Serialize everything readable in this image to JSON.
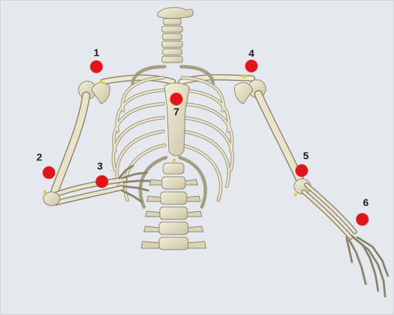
{
  "colors": {
    "background": "#e5e8ee",
    "bone": "#e9e4cb",
    "bone_shade": "#b9b296",
    "bone_dark": "#8a836b",
    "marker": "#e0141b",
    "joint_highlight": "#d7d435"
  },
  "image": {
    "subject": "skeleton-upper-body-front-view"
  },
  "markers": [
    {
      "id": "1",
      "label": "1"
    },
    {
      "id": "2",
      "label": "2"
    },
    {
      "id": "3",
      "label": "3"
    },
    {
      "id": "4",
      "label": "4"
    },
    {
      "id": "5",
      "label": "5"
    },
    {
      "id": "6",
      "label": "6"
    },
    {
      "id": "7",
      "label": "7"
    }
  ]
}
